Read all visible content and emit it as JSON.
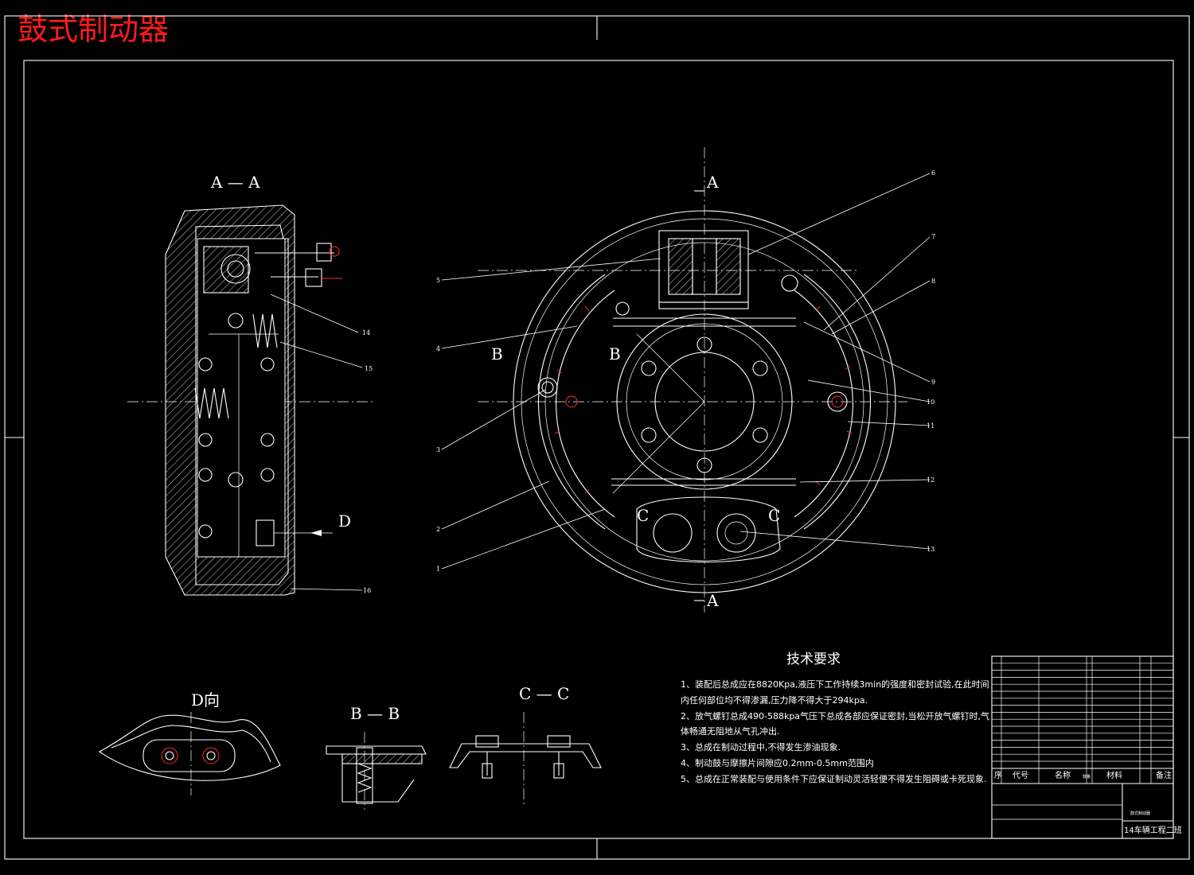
{
  "title": "鼓式制动器",
  "views": {
    "section_aa": "A — A",
    "section_bb": "B — B",
    "section_cc": "C — C",
    "view_d": "D向",
    "mark_a": "A",
    "mark_b": "B",
    "mark_c": "C",
    "mark_d": "D"
  },
  "part_numbers": [
    "1",
    "2",
    "3",
    "4",
    "5",
    "6",
    "7",
    "8",
    "9",
    "10",
    "11",
    "12",
    "13",
    "14",
    "15",
    "16"
  ],
  "tech_requirements": {
    "heading": "技术要求",
    "lines": [
      "1、装配后总成应在8820Kpa,液压下工作持续3min的强度和密封试验,在此时间",
      "内任何部位均不得渗漏,压力降不得大于294kpa.",
      "2、放气螺钉总成490-588kpa气压下总成各部应保证密封,当松开放气螺钉时,气",
      "体畅通无阻地从气孔冲出.",
      "3、总成在制动过程中,不得发生渗油现象.",
      "4、制动鼓与摩擦片间隙应0.2mm-0.5mm范围内",
      "5、总成在正常装配与使用条件下应保证制动灵活轻便不得发生阻碍或卡死现象."
    ]
  },
  "title_block": {
    "header": [
      "序",
      "代号",
      "名称",
      "数量",
      "材料",
      "备注"
    ],
    "drawing_name": "鼓式制动器",
    "school": "14车辆工程二班"
  },
  "colors": {
    "background": "#000000",
    "line": "#ffffff",
    "accent": "#ff1a1a"
  }
}
